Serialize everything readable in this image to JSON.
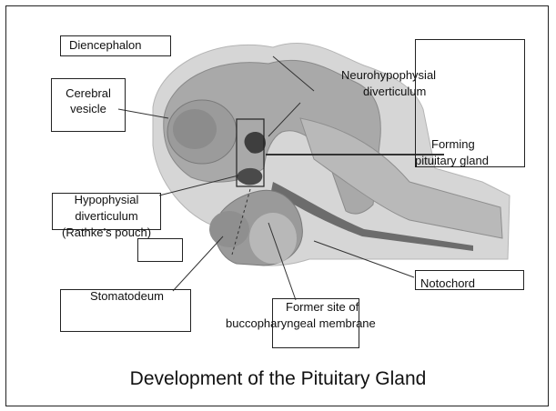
{
  "title": "Development of the Pituitary Gland",
  "labels": {
    "diencephalon": "Diencephalon",
    "cerebral_vesicle_1": "Cerebral",
    "cerebral_vesicle_2": "vesicle",
    "neurohypophysial_1": "Neurohypophysial",
    "neurohypophysial_2": "diverticulum",
    "forming_1": "Forming",
    "forming_2": "pituitary gland",
    "hypophysial_1": "Hypophysial",
    "hypophysial_2": "diverticulum",
    "hypophysial_3": "(Rathke’s pouch)",
    "notochord": "Notochord",
    "stomatodeum": "Stomatodeum",
    "former_site_1": "Former site of",
    "former_site_2": "buccopharyngeal membrane"
  },
  "colors": {
    "outer_tissue": "#c9c9c9",
    "brain_mid": "#a8a8a8",
    "brain_dark": "#8e8e8e",
    "dark_structures": "#555555"
  }
}
